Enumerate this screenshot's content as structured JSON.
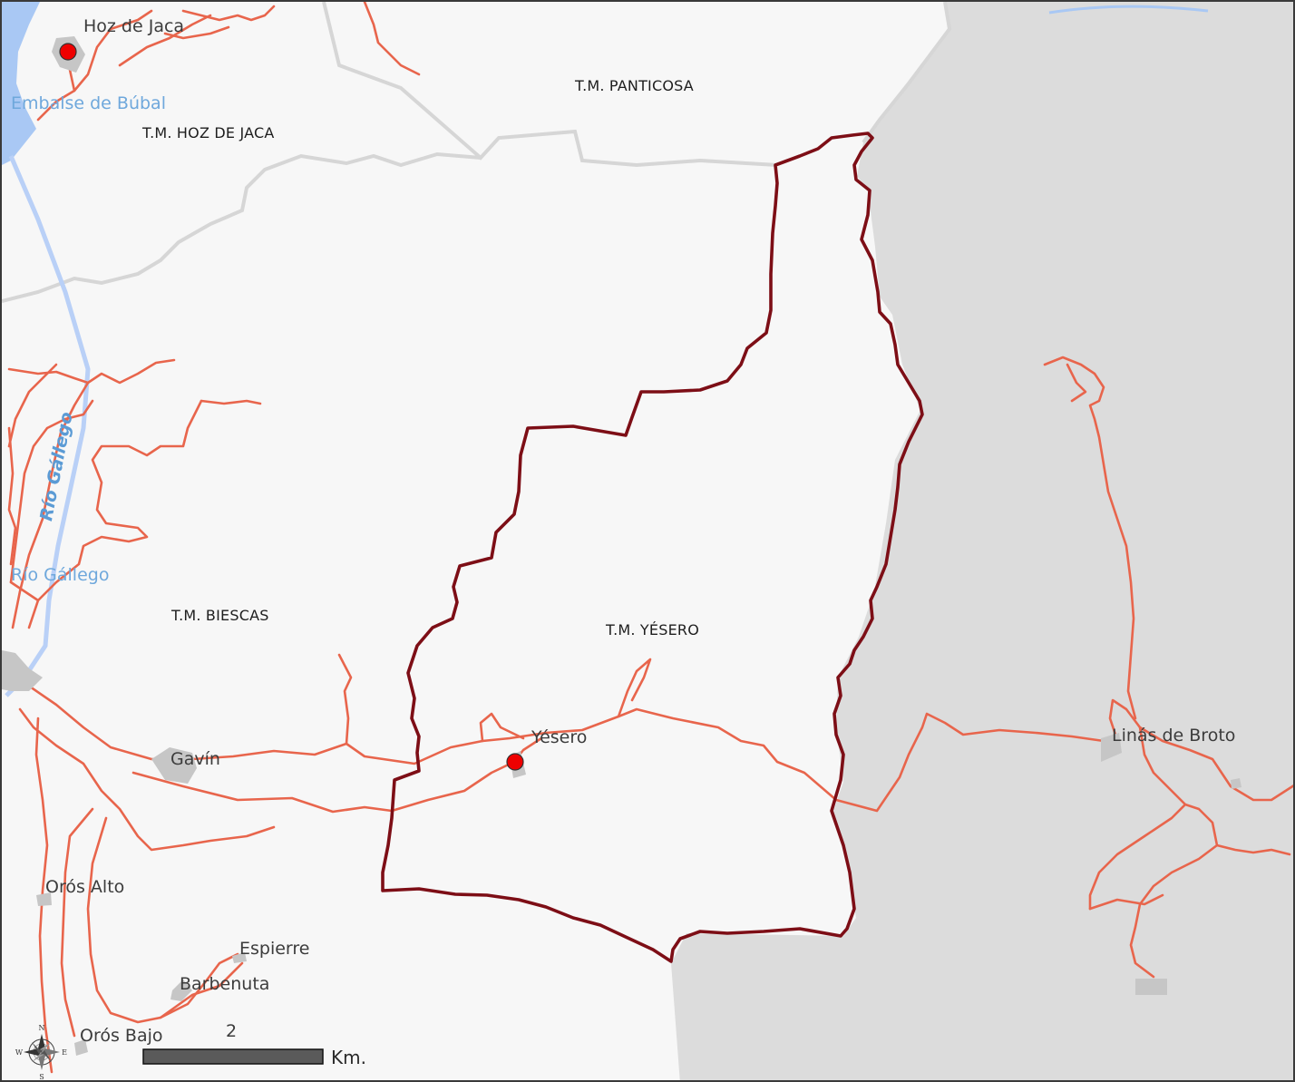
{
  "municipalities": {
    "panticosa": "T.M. PANTICOSA",
    "hoz_de_jaca": "T.M. HOZ DE JACA",
    "biescas": "T.M. BIESCAS",
    "yesero": "T.M. YÉSERO"
  },
  "towns": {
    "hoz_de_jaca": "Hoz de Jaca",
    "yesero": "Yésero",
    "gavin": "Gavín",
    "linas_de_broto": "Linás de Broto",
    "oros_alto": "Orós Alto",
    "espierre": "Espierre",
    "barbenuta": "Barbenuta",
    "oros_bajo": "Orós Bajo"
  },
  "water": {
    "reservoir": "Embalse de Búbal",
    "river_vertical": "Río Gállego",
    "river_horizontal": "Río Gállego"
  },
  "scale_bar": {
    "value": "2",
    "unit": "Km."
  },
  "compass": {
    "north": "N",
    "south": "S",
    "east": "E",
    "west": "W"
  },
  "colors": {
    "boundary": "#7d0e16",
    "roads": "#e8654c",
    "neighbor_area": "#dcdcdc",
    "municipal_borders": "#d0d0d0",
    "river": "#b4cdf6",
    "reservoir": "#a9c8f4",
    "town_marker": "#ee0000",
    "settlement": "#c6c6c6"
  },
  "icons": {
    "compass": "compass-rose-icon",
    "town_marker": "red-dot-icon"
  }
}
